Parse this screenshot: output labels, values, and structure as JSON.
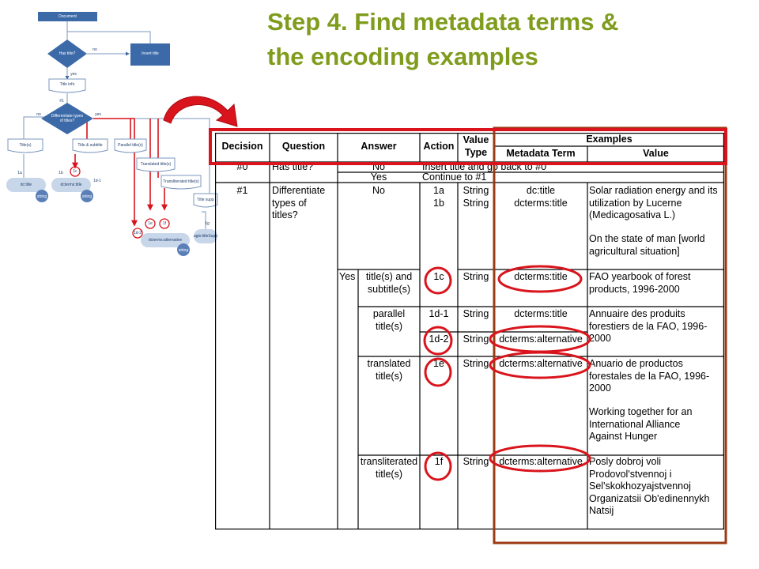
{
  "slide": {
    "title_line1": "Step 4. Find metadata terms &",
    "title_line2": "the encoding examples"
  },
  "colors": {
    "title": "#7f9c1d",
    "highlight_red": "#d9141c",
    "frame_brown": "#9b3b14",
    "flow_blue": "#3c6aa8",
    "flow_light": "#c8d6ea",
    "flow_arrow": "#d9141c"
  },
  "flowchart": {
    "document": "Document",
    "has_title": "Has title?",
    "no": "no",
    "insert_title": "Insert title",
    "yes": "yes",
    "title_info": "Title info",
    "num1": "#1",
    "differentiate_l1": "Differentiate types",
    "differentiate_l2": "of titles?",
    "no2": "no",
    "yes2": "yes",
    "titles": "Title(s)",
    "title_subtitle": "Title & subtitle",
    "parallel": "Parallel title(s)",
    "translated": "Translated title(s)",
    "transliterated": "Transliterated title(s)",
    "title_supp": "Title supp",
    "l_1a": "1a",
    "l_1b": "1b",
    "l_1c": "1c",
    "l_1d1": "1d-1",
    "l_1d2": "1d-2",
    "l_1e": "1e",
    "l_1f": "1f",
    "l_1g": "1g",
    "dc_title": "dc:title",
    "dcterms_title": "dcterms:title",
    "dcterms_alternative": "dcterms:alternative",
    "agls": "agls:titleSupp",
    "string": "string"
  },
  "table": {
    "headers": {
      "decision": "Decision",
      "question": "Question",
      "answer": "Answer",
      "action": "Action",
      "value_type_l1": "Value",
      "value_type_l2": "Type",
      "examples": "Examples",
      "metadata_term": "Metadata Term",
      "value": "Value"
    },
    "row0": {
      "decision": "#0",
      "question": "Has title?",
      "answer_no": "No",
      "action_no": "Insert title and go back to #0",
      "answer_yes": "Yes",
      "action_yes": "Continue to #1"
    },
    "row1": {
      "decision": "#1",
      "question_l1": "Differentiate",
      "question_l2": "types of",
      "question_l3": "titles?",
      "answer_no": "No",
      "answer_yes": "Yes"
    },
    "rows": [
      {
        "sub": "",
        "action": "1a",
        "type": "String",
        "term": "dc:title",
        "value": [
          "Solar radiation energy and its",
          "utilization by Lucerne",
          "(Medicagosativa L.)"
        ]
      },
      {
        "sub": "",
        "action": "1b",
        "type": "String",
        "term": "dcterms:title",
        "value": [
          "On the state of man [world",
          "agricultural situation]"
        ]
      },
      {
        "sub": [
          "title(s) and",
          "subtitle(s)"
        ],
        "action": "1c",
        "type": "String",
        "term": "dcterms:title",
        "value": [
          "FAO yearbook of forest",
          "products, 1996-2000"
        ]
      },
      {
        "sub": [
          "parallel",
          "title(s)"
        ],
        "action": "1d-1",
        "type": "String",
        "term": "dcterms:title",
        "value": [
          "Annuaire des produits",
          "forestiers de la FAO, 1996-",
          "2000"
        ]
      },
      {
        "sub": "",
        "action": "1d-2",
        "type": "String",
        "term": "dcterms:alternative",
        "value": []
      },
      {
        "sub": [
          "translated",
          "title(s)"
        ],
        "action": "1e",
        "type": "String",
        "term": "dcterms:alternative",
        "value": [
          "Anuario de productos",
          "forestales de la FAO, 1996-",
          "2000"
        ]
      },
      {
        "sub": "",
        "action": "",
        "type": "",
        "term": "",
        "value": [
          "Working together for an",
          "International Alliance",
          "Against Hunger"
        ]
      },
      {
        "sub": [
          "transliterated",
          "title(s)"
        ],
        "action": "1f",
        "type": "String",
        "term": "dcterms:alternative",
        "value": [
          "Posly dobroj voli",
          "Prodovol'stvennoj i",
          "Sel'skokhozyajstvennoj",
          "Organizatsii Ob'edinennykh",
          "Natsij"
        ]
      }
    ]
  }
}
